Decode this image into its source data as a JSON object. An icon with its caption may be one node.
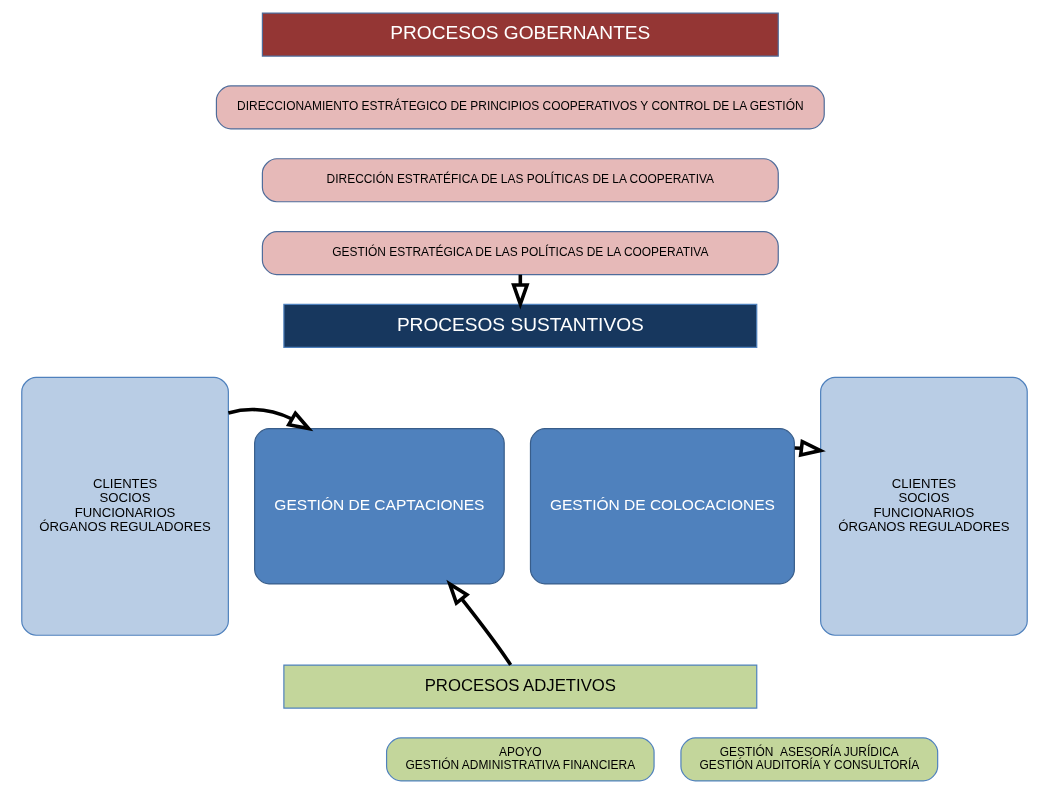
{
  "diagram": {
    "nodes": [
      {
        "text": [
          "PROCESOS GOBERNANTES"
        ]
      },
      {
        "text": [
          "DIRECCIONAMIENTO ESTRÁTEGICO DE PRINCIPIOS COOPERATIVOS Y CONTROL DE LA GESTIÓN"
        ]
      },
      {
        "text": [
          "DIRECCIÓN ESTRATÉFICA DE LAS POLÍTICAS DE LA COOPERATIVA"
        ]
      },
      {
        "text": [
          "GESTIÓN ESTRATÉGICA DE LAS POLÍTICAS DE LA COOPERATIVA"
        ]
      },
      {
        "text": [
          "CLIENTES",
          "SOCIOS",
          "FUNCIONARIOS",
          "ÓRGANOS REGULADORES"
        ]
      },
      {
        "text": [
          "PROCESOS SUSTANTIVOS"
        ]
      },
      {
        "text": [
          "GESTIÓN DE CAPTACIONES"
        ]
      },
      {
        "text": [
          "GESTIÓN DE COLOCACIONES"
        ]
      },
      {
        "text": [
          "CLIENTES",
          "SOCIOS",
          "FUNCIONARIOS",
          "ÓRGANOS REGULADORES"
        ]
      },
      {
        "text": [
          "PROCESOS ADJETIVOS"
        ]
      },
      {
        "text": [
          "APOYO",
          "GESTIÓN ADMINISTRATIVA FINANCIERA"
        ]
      },
      {
        "text": [
          "GESTIÓN  ASESORÍA JURÍDICA",
          "GESTIÓN AUDITORÍA Y CONSULTORÍA"
        ]
      }
    ],
    "edges": [
      {
        "from": 3,
        "to": 5,
        "arrow": "to"
      },
      {
        "from": 4,
        "to": 6,
        "arrow": "to"
      },
      {
        "from": 7,
        "to": 8,
        "arrow": "to"
      },
      {
        "from": 9,
        "to": 6,
        "arrow": "to"
      }
    ]
  }
}
